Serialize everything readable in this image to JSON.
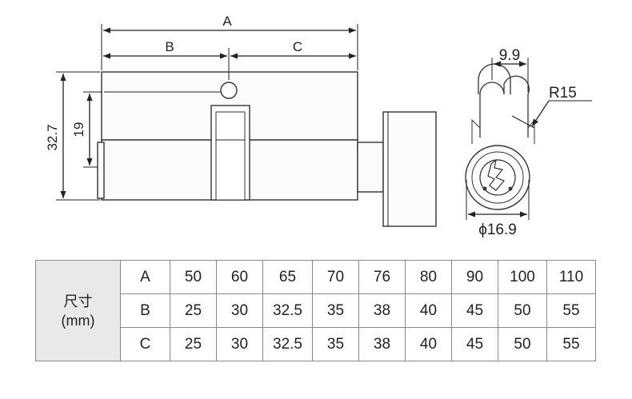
{
  "diagram": {
    "dim_A": "A",
    "dim_B": "B",
    "dim_C": "C",
    "dim_height_total": "32.7",
    "dim_height_inner": "19",
    "dim_cam_width": "9.9",
    "dim_radius": "R15",
    "dim_diameter": "ϕ16.9"
  },
  "table": {
    "header_line1": "尺寸",
    "header_line2": "(mm)",
    "rows": [
      {
        "label": "A",
        "values": [
          "50",
          "60",
          "65",
          "70",
          "76",
          "80",
          "90",
          "100",
          "110"
        ]
      },
      {
        "label": "B",
        "values": [
          "25",
          "30",
          "32.5",
          "35",
          "38",
          "40",
          "45",
          "50",
          "55"
        ]
      },
      {
        "label": "C",
        "values": [
          "25",
          "30",
          "32.5",
          "35",
          "38",
          "40",
          "45",
          "50",
          "55"
        ]
      }
    ]
  }
}
